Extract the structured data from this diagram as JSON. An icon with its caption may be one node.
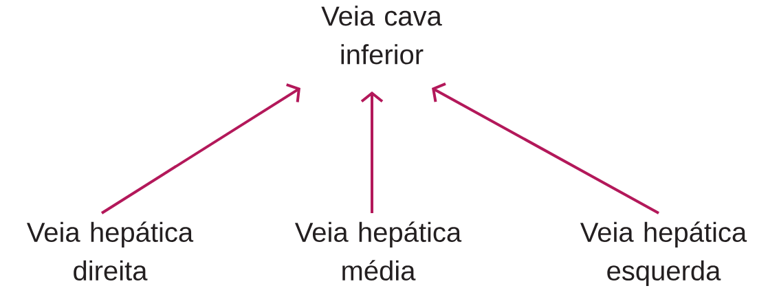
{
  "diagram": {
    "nodes": [
      {
        "text": [
          "Veia cava inferior"
        ]
      },
      {
        "text": [
          "Veia hepática direita"
        ]
      },
      {
        "text": [
          "Veia hepática média"
        ]
      },
      {
        "text": [
          "Veia hepática esquerda"
        ]
      }
    ],
    "edges": [
      {
        "from": 1,
        "to": 0,
        "arrow": "to"
      },
      {
        "from": 2,
        "to": 0,
        "arrow": "to"
      },
      {
        "from": 3,
        "to": 0,
        "arrow": "to"
      }
    ]
  }
}
